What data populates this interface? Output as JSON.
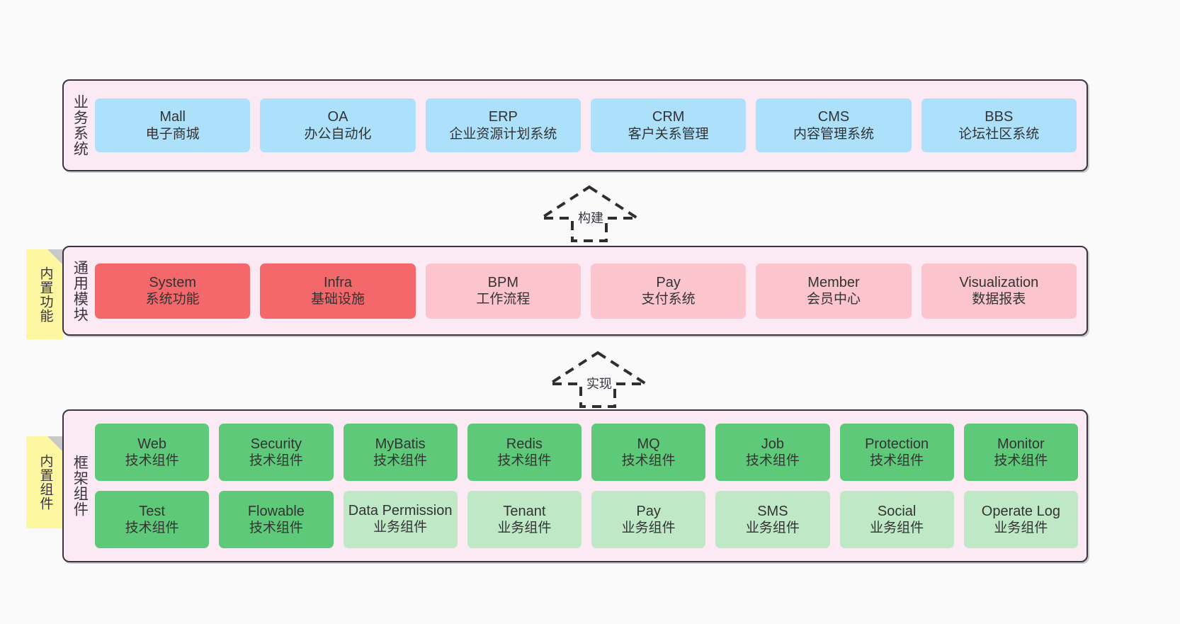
{
  "diagram": {
    "title": "",
    "background": "#fafafa",
    "colors": {
      "panel_bg": "#fbeaf4",
      "panel_border": "#3c3440",
      "business_node": "#ace0fb",
      "core_module_node": "#f4676b",
      "optional_module_node": "#fcc4cd",
      "tech_component_node": "#5fc97a",
      "biz_component_node": "#bfe8c6",
      "sticky_note": "#fcf7a0",
      "sticky_fold": "#c9c9c9",
      "text": "#333333"
    }
  },
  "layers": {
    "business": {
      "label": "业务系统",
      "nodes": [
        {
          "title": "Mall",
          "sub": "电子商城"
        },
        {
          "title": "OA",
          "sub": "办公自动化"
        },
        {
          "title": "ERP",
          "sub": "企业资源计划系统"
        },
        {
          "title": "CRM",
          "sub": "客户关系管理"
        },
        {
          "title": "CMS",
          "sub": "内容管理系统"
        },
        {
          "title": "BBS",
          "sub": "论坛社区系统"
        }
      ]
    },
    "common": {
      "label": "通用模块",
      "sticky": "内置功能",
      "nodes": [
        {
          "title": "System",
          "sub": "系统功能",
          "variant": "red"
        },
        {
          "title": "Infra",
          "sub": "基础设施",
          "variant": "red"
        },
        {
          "title": "BPM",
          "sub": "工作流程",
          "variant": "pink"
        },
        {
          "title": "Pay",
          "sub": "支付系统",
          "variant": "pink"
        },
        {
          "title": "Member",
          "sub": "会员中心",
          "variant": "pink"
        },
        {
          "title": "Visualization",
          "sub": "数据报表",
          "variant": "pink"
        }
      ]
    },
    "framework": {
      "label": "框架组件",
      "sticky": "内置组件",
      "row1": [
        {
          "title": "Web",
          "sub": "技术组件"
        },
        {
          "title": "Security",
          "sub": "技术组件"
        },
        {
          "title": "MyBatis",
          "sub": "技术组件"
        },
        {
          "title": "Redis",
          "sub": "技术组件"
        },
        {
          "title": "MQ",
          "sub": "技术组件"
        },
        {
          "title": "Job",
          "sub": "技术组件"
        },
        {
          "title": "Protection",
          "sub": "技术组件"
        },
        {
          "title": "Monitor",
          "sub": "技术组件"
        }
      ],
      "row2": [
        {
          "title": "Test",
          "sub": "技术组件",
          "variant": "green"
        },
        {
          "title": "Flowable",
          "sub": "技术组件",
          "variant": "green"
        },
        {
          "title": "Data Permission",
          "sub": "业务组件",
          "variant": "lgreen"
        },
        {
          "title": "Tenant",
          "sub": "业务组件",
          "variant": "lgreen"
        },
        {
          "title": "Pay",
          "sub": "业务组件",
          "variant": "lgreen"
        },
        {
          "title": "SMS",
          "sub": "业务组件",
          "variant": "lgreen"
        },
        {
          "title": "Social",
          "sub": "业务组件",
          "variant": "lgreen"
        },
        {
          "title": "Operate Log",
          "sub": "业务组件",
          "variant": "lgreen"
        }
      ]
    }
  },
  "relations": [
    {
      "label": "构建",
      "from": "通用模块",
      "to": "业务系统"
    },
    {
      "label": "实现",
      "from": "框架组件",
      "to": "通用模块"
    }
  ]
}
